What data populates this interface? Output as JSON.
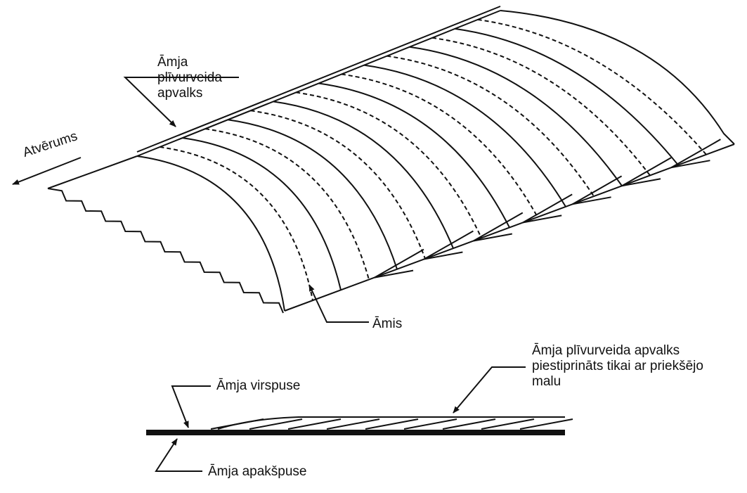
{
  "labels": {
    "veil_cover": "Āmja\nplīvurveida\napvalks",
    "opening": "Atvērums",
    "spar": "Āmis",
    "veil_attached": "Āmja plīvurveida apvalks\npiestiprināts tikai ar priekšējo\nmalu",
    "top_side": "Āmja virspuse",
    "bottom_side": "Āmja apakšpuse"
  },
  "colors": {
    "line": "#111111",
    "background": "#ffffff"
  }
}
